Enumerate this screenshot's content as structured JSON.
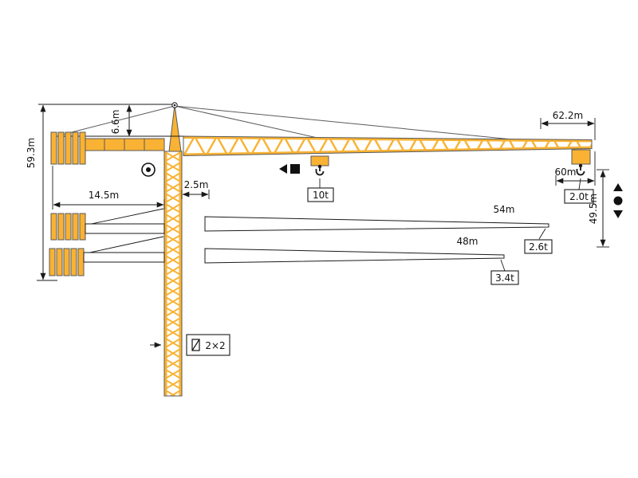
{
  "diagram": {
    "kind": "tower-crane-dimensions-and-capacities",
    "colors": {
      "crane_yellow": "#F9B233",
      "line": "#1a1a1a",
      "background": "#ffffff"
    },
    "heights": {
      "total_height": "59.3m",
      "tower_head": "6.6m",
      "hook_height": "49.5m"
    },
    "radii": {
      "overall_jib": "62.2m",
      "max_radius": "60m",
      "counterjib": "14.5m",
      "jib_offset": "2.5m"
    },
    "capacities": {
      "max": "10t",
      "tip_at_60m": "2.0t"
    },
    "jib_options": [
      {
        "length": "54m",
        "tip_capacity": "2.6t"
      },
      {
        "length": "48m",
        "tip_capacity": "3.4t"
      }
    ],
    "reeving": "2×2"
  }
}
